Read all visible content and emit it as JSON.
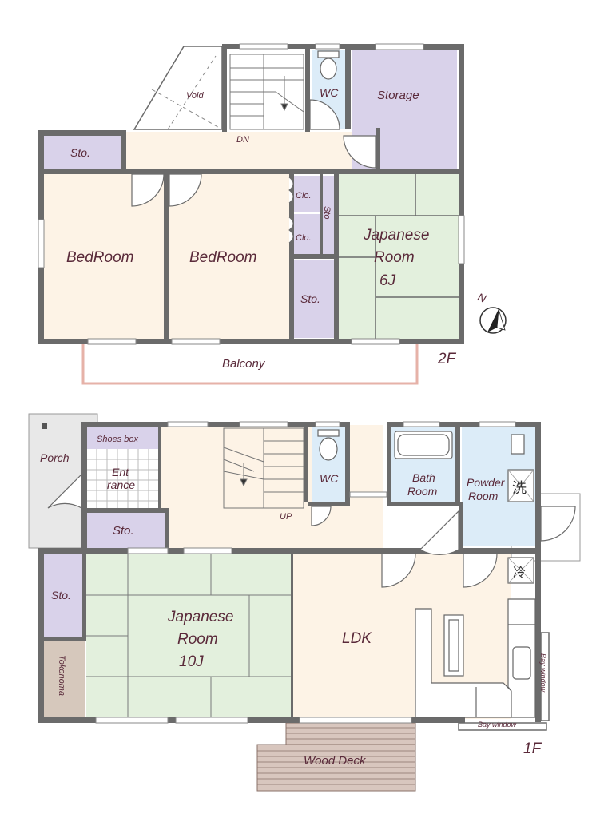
{
  "floor2": {
    "floor_label": "2F",
    "void": "Void",
    "wc": "WC",
    "storage": "Storage",
    "dn": "DN",
    "sto_top": "Sto.",
    "bedroom1": "BedRoom",
    "bedroom2": "BedRoom",
    "clo1": "Clo.",
    "clo2": "Clo.",
    "sto_vertical": "Sto",
    "sto_mid": "Sto.",
    "japanese_line1": "Japanese",
    "japanese_line2": "Room",
    "japanese_line3": "6J",
    "balcony": "Balcony",
    "compass_n": "N"
  },
  "floor1": {
    "floor_label": "1F",
    "porch": "Porch",
    "shoes_box": "Shoes box",
    "entrance_line1": "Ent",
    "entrance_line2": "rance",
    "sto_left": "Sto.",
    "sto_side": "Sto.",
    "wc": "WC",
    "up": "UP",
    "bath_line1": "Bath",
    "bath_line2": "Room",
    "powder_line1": "Powder",
    "powder_line2": "Room",
    "washer_symbol": "洗",
    "fridge_symbol": "冷",
    "japanese_line1": "Japanese",
    "japanese_line2": "Room",
    "japanese_line3": "10J",
    "tokonoma": "Tokonoma",
    "ldk": "LDK",
    "bay_window_right": "Bay window",
    "bay_window_bottom": "Bay window",
    "wood_deck": "Wood Deck"
  },
  "colors": {
    "wall": "#6b6b6b",
    "room_cream": "#fdf3e6",
    "tatami": "#e3f0dd",
    "storage_purple": "#d9d2ea",
    "wet_blue": "#dcecf8",
    "tokonoma": "#d6c8bc",
    "porch_gray": "#e8e8e8",
    "deck": "#d8c6be",
    "text": "#5a2a3a"
  }
}
